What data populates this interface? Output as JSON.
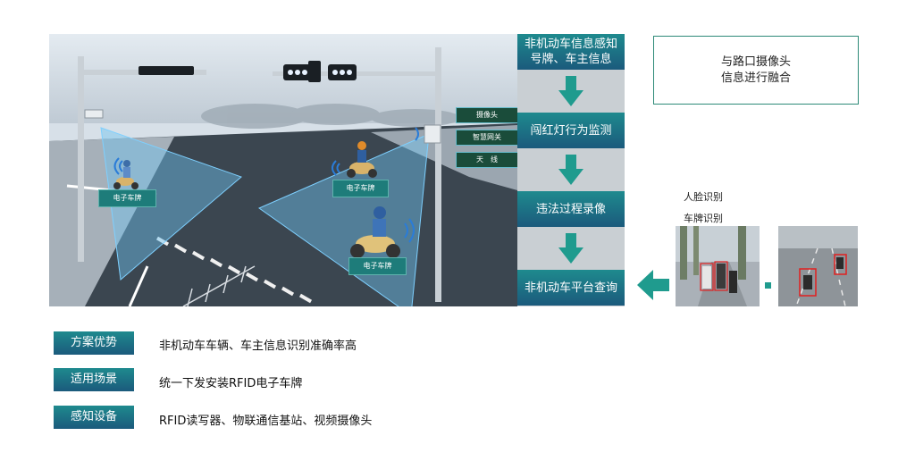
{
  "scene": {
    "labels": [
      "电子车牌",
      "电子车牌",
      "电子车牌"
    ],
    "signs": [
      "摄像头",
      "智慧网关",
      "天　线"
    ]
  },
  "flow": {
    "steps": [
      "非机动车信息感知号牌、车主信息",
      "闯红灯行为监测",
      "违法过程录像",
      "非机动车平台查询"
    ]
  },
  "fusion": {
    "line1": "与路口摄像头",
    "line2": "信息进行融合"
  },
  "recognition": {
    "face": "人脸识别",
    "plate": "车牌识别"
  },
  "rows": [
    {
      "tag": "方案优势",
      "text": "非机动车车辆、车主信息识别准确率高"
    },
    {
      "tag": "适用场景",
      "text": "统一下发安装RFID电子车牌"
    },
    {
      "tag": "感知设备",
      "text": "RFID读写器、物联通信基站、视频摄像头"
    }
  ],
  "colors": {
    "accent": "#1e8a8e",
    "arrow": "#1f9b8e",
    "dark": "#1b5a7c"
  }
}
